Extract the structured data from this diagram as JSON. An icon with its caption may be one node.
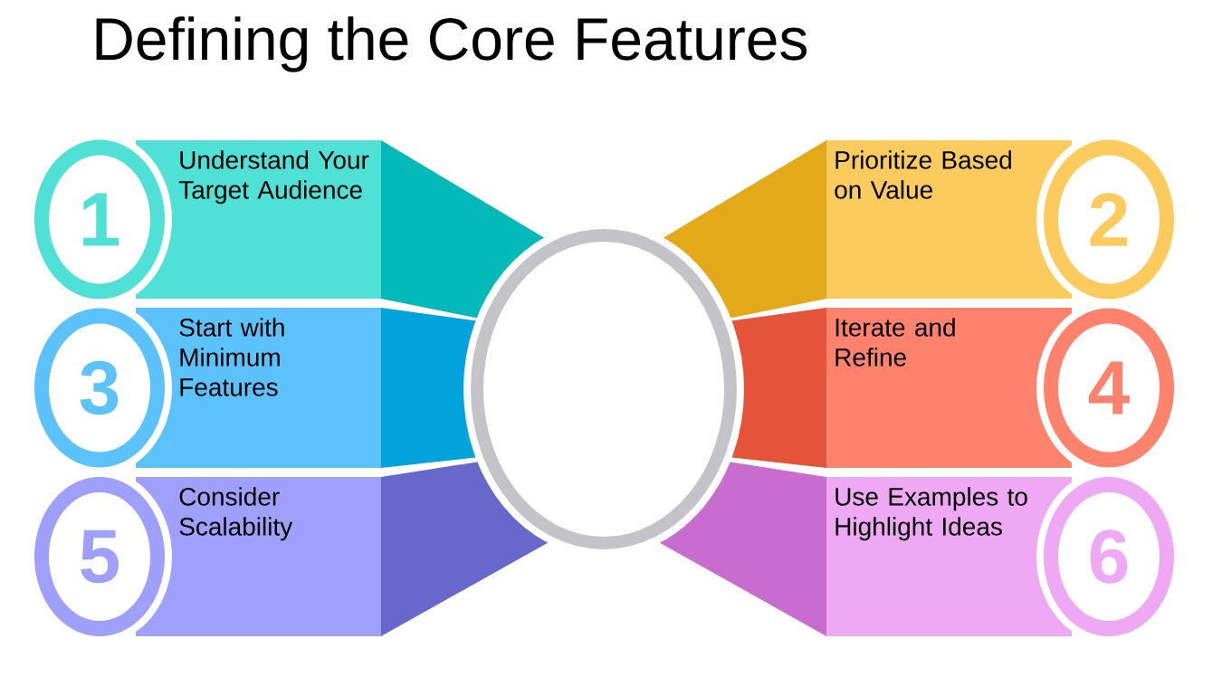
{
  "diagram": {
    "title": "Defining the Core Features",
    "nodes": [
      {
        "text": [
          "1",
          "Understand Your Target Audience"
        ]
      },
      {
        "text": [
          "2",
          "Prioritize Based on Value"
        ]
      },
      {
        "text": [
          "3",
          "Start with Minimum Features"
        ]
      },
      {
        "text": [
          "4",
          "Iterate and Refine"
        ]
      },
      {
        "text": [
          "5",
          "Consider Scalability"
        ]
      },
      {
        "text": [
          "6",
          "Use Examples to Highlight Ideas"
        ]
      },
      {
        "text": [],
        "shape": "circle"
      }
    ]
  }
}
